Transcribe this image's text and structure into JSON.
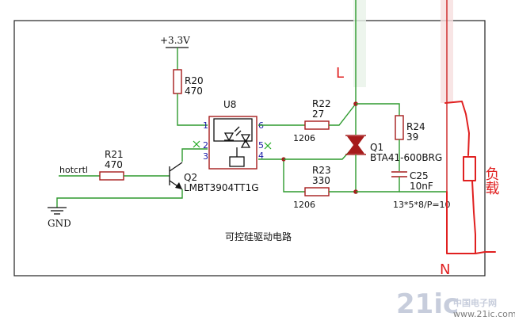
{
  "labels": {
    "vcc": "+3.3V",
    "gnd": "GND",
    "hotctrl": "hotcrtl",
    "caption": "可控硅驱动电路",
    "line_L": "L",
    "neutral_N": "N",
    "load": "负载",
    "snubber_note": "13*5*8/P=10"
  },
  "components": {
    "r20": {
      "ref": "R20",
      "value": "470"
    },
    "r21": {
      "ref": "R21",
      "value": "470"
    },
    "r22": {
      "ref": "R22",
      "value": "27",
      "package": "1206"
    },
    "r23": {
      "ref": "R23",
      "value": "330",
      "package": "1206"
    },
    "r24": {
      "ref": "R24",
      "value": "39"
    },
    "c25": {
      "ref": "C25",
      "value": "10nF"
    },
    "u8": {
      "ref": "U8",
      "pins": [
        "1",
        "2",
        "3",
        "4",
        "5",
        "6"
      ]
    },
    "q1": {
      "ref": "Q1",
      "part": "BTA41-600BRG"
    },
    "q2": {
      "ref": "Q2",
      "part": "LMBT3904TT1G"
    }
  },
  "watermark": {
    "main": "21ic",
    "cn": "中国电子网",
    "url": "www.21ic.com"
  },
  "colors": {
    "wire": "#2e9a2e",
    "component": "#a61b1b",
    "pin_text": "#1a1aa8",
    "hand_drawn": "#e02020"
  }
}
